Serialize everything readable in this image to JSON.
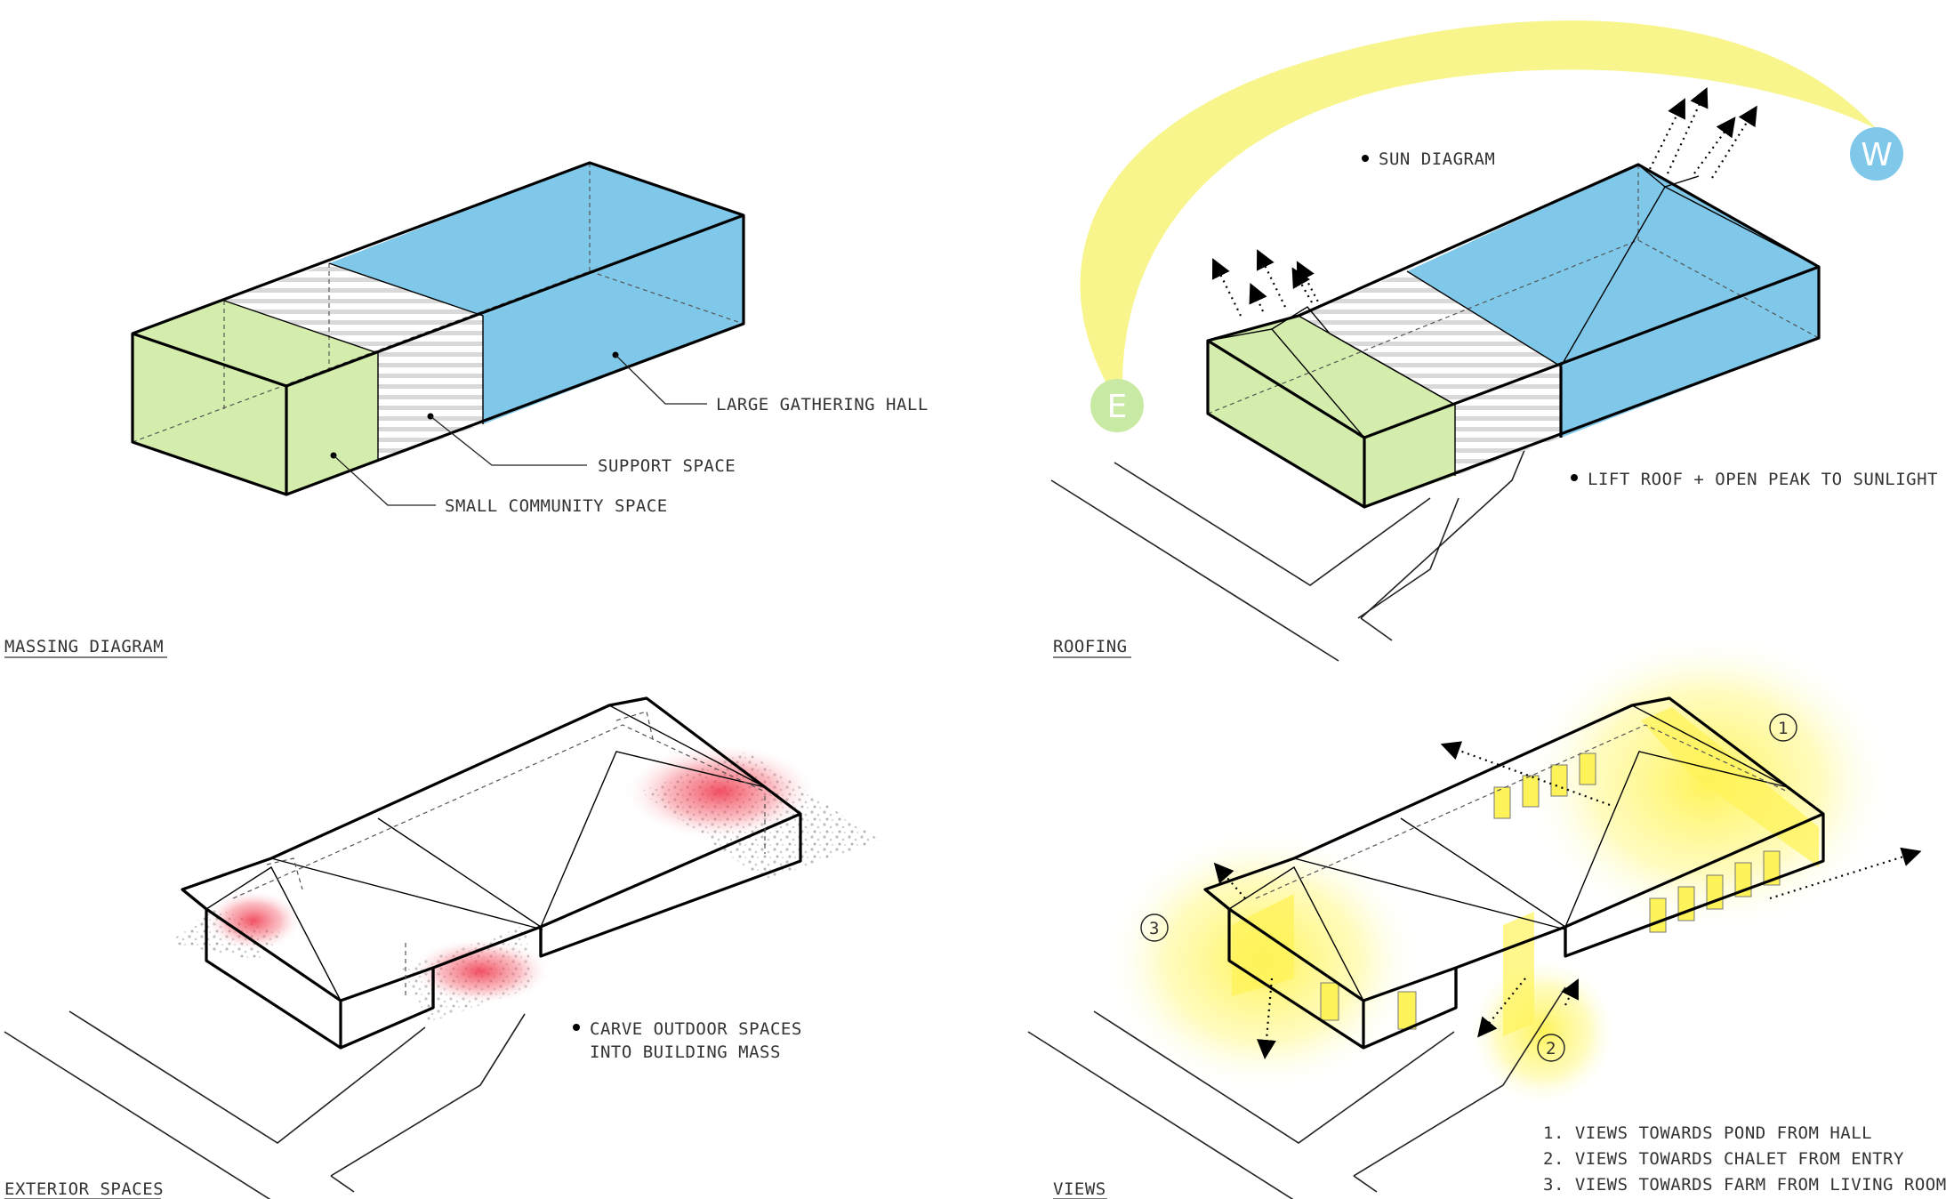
{
  "colors": {
    "green": "#d4edac",
    "blue": "#7fc8ea",
    "stripe": "#d8d8d8",
    "sun": "#f7f58c",
    "east_badge": "#c9eaa5",
    "west_badge": "#7fc8ea",
    "carve": "#f04a5a",
    "gravel": "#bcbcbc",
    "view_glow": "#fff34a"
  },
  "panels": {
    "massing": {
      "title": "MASSING DIAGRAM",
      "labels": {
        "hall": "LARGE GATHERING HALL",
        "support": "SUPPORT SPACE",
        "community": "SMALL COMMUNITY SPACE"
      }
    },
    "roofing": {
      "title": "ROOFING",
      "sun_label": "SUN DIAGRAM",
      "roof_label": "LIFT ROOF + OPEN PEAK TO SUNLIGHT",
      "east": "E",
      "west": "W"
    },
    "exterior": {
      "title": "EXTERIOR SPACES",
      "note_line1": "CARVE OUTDOOR SPACES",
      "note_line2": "INTO BUILDING MASS"
    },
    "views": {
      "title": "VIEWS",
      "markers": [
        "1",
        "2",
        "3"
      ],
      "legend": [
        "1. VIEWS TOWARDS POND FROM HALL",
        "2. VIEWS TOWARDS CHALET FROM ENTRY",
        "3. VIEWS TOWARDS FARM FROM LIVING ROOM"
      ]
    }
  }
}
